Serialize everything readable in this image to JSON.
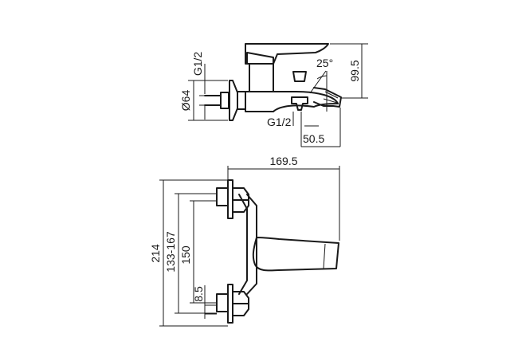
{
  "side_view": {
    "thread_top": "G1/2",
    "flange_dia": "Ø64",
    "thread_bottom": "G1/2",
    "angle": "25°",
    "height": "99.5",
    "outlet_offset": "50.5"
  },
  "front_view": {
    "width": "169.5",
    "total_height": "214",
    "center_range": "133-167",
    "center_nominal": "150",
    "offset": "8.5"
  }
}
